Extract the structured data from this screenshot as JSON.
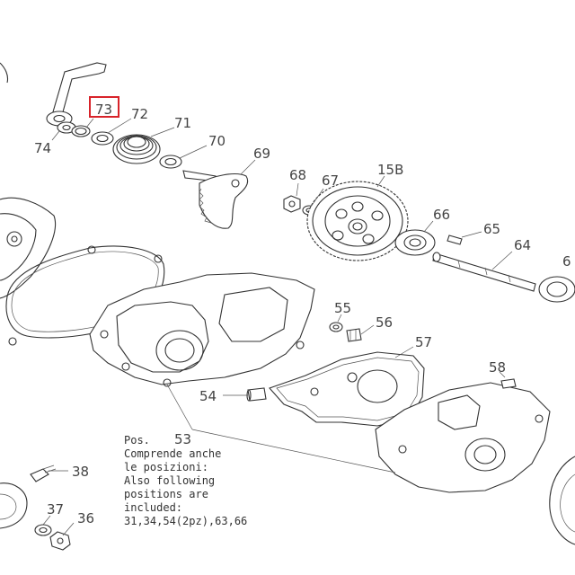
{
  "callouts": [
    {
      "id": "74",
      "label": "74"
    },
    {
      "id": "73",
      "label": "73"
    },
    {
      "id": "72",
      "label": "72"
    },
    {
      "id": "71",
      "label": "71"
    },
    {
      "id": "70",
      "label": "70"
    },
    {
      "id": "69",
      "label": "69"
    },
    {
      "id": "68",
      "label": "68"
    },
    {
      "id": "67",
      "label": "67"
    },
    {
      "id": "15b",
      "label": "15B"
    },
    {
      "id": "66",
      "label": "66"
    },
    {
      "id": "65",
      "label": "65"
    },
    {
      "id": "64",
      "label": "64"
    },
    {
      "id": "6x",
      "label": "6"
    },
    {
      "id": "55",
      "label": "55"
    },
    {
      "id": "56",
      "label": "56"
    },
    {
      "id": "57",
      "label": "57"
    },
    {
      "id": "58",
      "label": "58"
    },
    {
      "id": "54",
      "label": "54"
    },
    {
      "id": "53",
      "label": "53"
    },
    {
      "id": "38",
      "label": "38"
    },
    {
      "id": "37",
      "label": "37"
    },
    {
      "id": "36",
      "label": "36"
    }
  ],
  "highlighted": "73",
  "highlight_color": "#d8232a",
  "note": {
    "pos": "Pos.",
    "lines": [
      "Comprende anche",
      "le posizioni:",
      "Also following",
      "positions are",
      "included:",
      "31,34,54(2pz),63,66"
    ]
  }
}
